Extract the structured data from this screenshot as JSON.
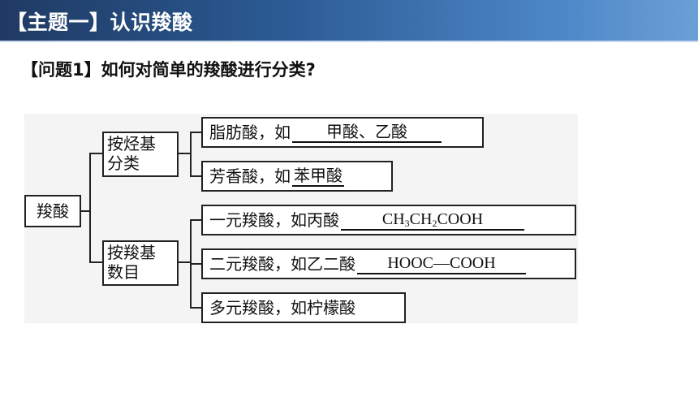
{
  "header": {
    "title": "【主题一】认识羧酸"
  },
  "question": "【问题1】如何对简单的羧酸进行分类?",
  "diagram": {
    "root": "羧酸",
    "branch1": {
      "label_line1": "按烃基",
      "label_line2": "分类",
      "items": [
        {
          "text": "脂肪酸，如",
          "answer": "甲酸、乙酸"
        },
        {
          "text": "芳香酸，如",
          "answer": "苯甲酸"
        }
      ]
    },
    "branch2": {
      "label_line1": "按羧基",
      "label_line2": "数目",
      "items": [
        {
          "text": "一元羧酸，如丙酸",
          "answer_parts": [
            "CH",
            "3",
            "CH",
            "2",
            "COOH"
          ]
        },
        {
          "text": "二元羧酸，如乙二酸",
          "answer": "HOOC—COOH"
        },
        {
          "text": "多元羧酸，如柠檬酸"
        }
      ]
    }
  }
}
